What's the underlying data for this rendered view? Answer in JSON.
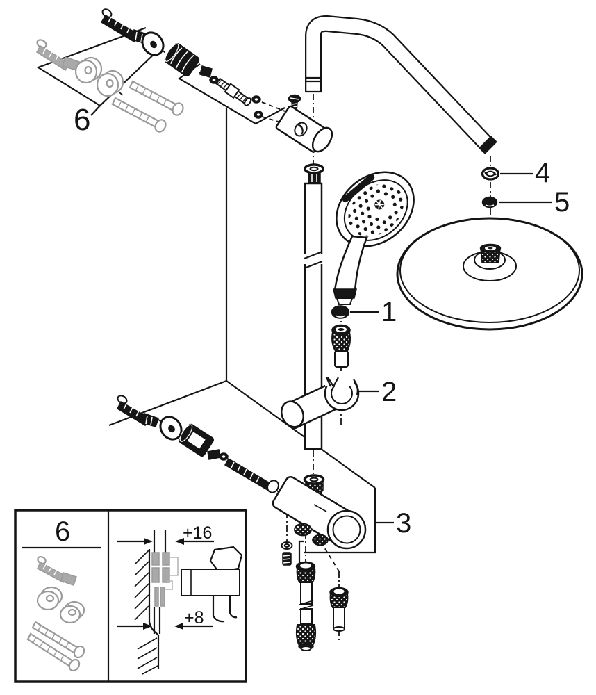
{
  "callouts": [
    "1",
    "2",
    "3",
    "4",
    "5",
    "6"
  ],
  "inset": {
    "set_label": "6",
    "dims": [
      "+16",
      "+8"
    ]
  }
}
